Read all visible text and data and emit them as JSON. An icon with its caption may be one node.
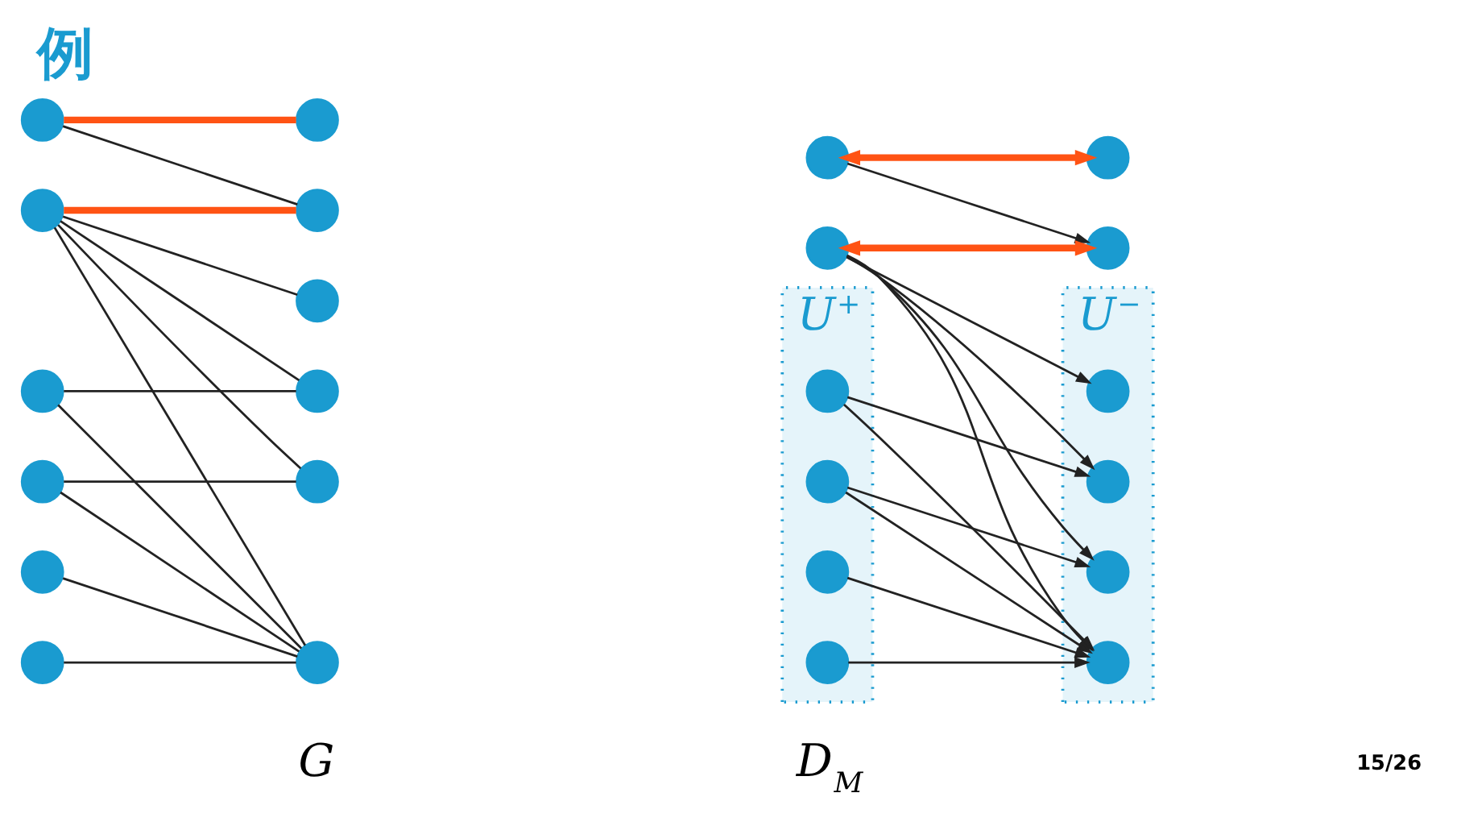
{
  "diagram": {
    "title": "例",
    "nodes": [
      {
        "text": [],
        "shape": "circle"
      },
      {
        "text": [],
        "shape": "circle"
      },
      {
        "text": [],
        "shape": "circle"
      },
      {
        "text": [],
        "shape": "circle"
      },
      {
        "text": [],
        "shape": "circle"
      },
      {
        "text": [],
        "shape": "circle"
      },
      {
        "text": [],
        "shape": "circle"
      },
      {
        "text": [],
        "shape": "circle"
      },
      {
        "text": [],
        "shape": "circle"
      },
      {
        "text": [],
        "shape": "circle"
      },
      {
        "text": [],
        "shape": "circle"
      },
      {
        "text": [],
        "shape": "circle"
      },
      {
        "text": [],
        "shape": "circle"
      },
      {
        "text": [],
        "shape": "circle"
      },
      {
        "text": [
          "U$^{+}$"
        ]
      },
      {
        "text": [],
        "shape": "circle",
        "in": 14
      },
      {
        "text": [],
        "shape": "circle",
        "in": 14
      },
      {
        "text": [],
        "shape": "circle",
        "in": 14
      },
      {
        "text": [],
        "shape": "circle",
        "in": 14
      },
      {
        "text": [],
        "shape": "circle"
      },
      {
        "text": [],
        "shape": "circle"
      },
      {
        "text": [
          "U$^{−}$"
        ]
      },
      {
        "text": [],
        "shape": "circle",
        "in": 21
      },
      {
        "text": [],
        "shape": "circle",
        "in": 21
      },
      {
        "text": [],
        "shape": "circle",
        "in": 21
      },
      {
        "text": [],
        "shape": "circle",
        "in": 21
      }
    ],
    "edges": [
      {
        "from": 0,
        "to": 6,
        "arrow": "none",
        "style": "thick",
        "color": "#ff5314"
      },
      {
        "from": 0,
        "to": 7,
        "arrow": "none"
      },
      {
        "from": 1,
        "to": 7,
        "arrow": "none",
        "style": "thick",
        "color": "#ff5314"
      },
      {
        "from": 1,
        "to": 8,
        "arrow": "none"
      },
      {
        "from": 1,
        "to": 9,
        "arrow": "none"
      },
      {
        "from": 1,
        "to": 10,
        "arrow": "none"
      },
      {
        "from": 1,
        "to": 11,
        "arrow": "none"
      },
      {
        "from": 2,
        "to": 9,
        "arrow": "none"
      },
      {
        "from": 2,
        "to": 11,
        "arrow": "none"
      },
      {
        "from": 3,
        "to": 10,
        "arrow": "none"
      },
      {
        "from": 3,
        "to": 11,
        "arrow": "none"
      },
      {
        "from": 4,
        "to": 11,
        "arrow": "none"
      },
      {
        "from": 5,
        "to": 11,
        "arrow": "none"
      },
      {
        "from": 12,
        "to": 19,
        "arrow": "both",
        "style": "thick",
        "color": "#ff5314"
      },
      {
        "from": 12,
        "to": 20,
        "arrow": "to"
      },
      {
        "from": 13,
        "to": 20,
        "arrow": "both",
        "style": "thick",
        "color": "#ff5314"
      },
      {
        "from": 13,
        "to": 22,
        "arrow": "to"
      },
      {
        "from": 13,
        "to": 23,
        "arrow": "to"
      },
      {
        "from": 13,
        "to": 24,
        "arrow": "to"
      },
      {
        "from": 13,
        "to": 25,
        "arrow": "to"
      },
      {
        "from": 15,
        "to": 23,
        "arrow": "to"
      },
      {
        "from": 15,
        "to": 25,
        "arrow": "to"
      },
      {
        "from": 16,
        "to": 24,
        "arrow": "to"
      },
      {
        "from": 16,
        "to": 25,
        "arrow": "to"
      },
      {
        "from": 17,
        "to": 25,
        "arrow": "to"
      },
      {
        "from": 18,
        "to": 25,
        "arrow": "to"
      }
    ],
    "labels": [
      "G",
      "D$_{M}$",
      "15/26"
    ]
  }
}
